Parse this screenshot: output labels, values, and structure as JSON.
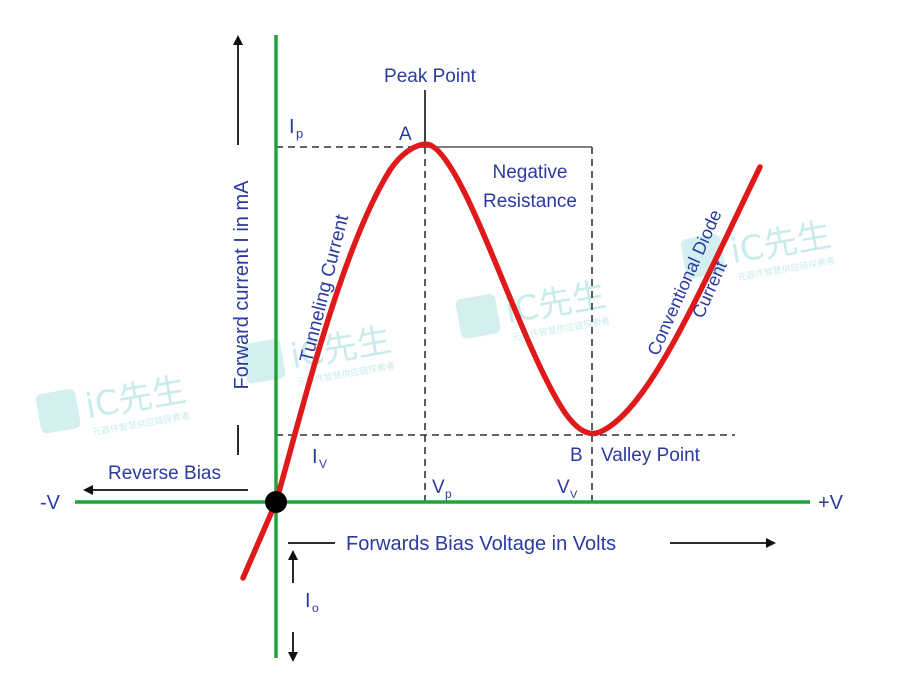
{
  "colors": {
    "axis": "#22a33a",
    "curve": "#e01a1a",
    "text": "#2b3aa0",
    "arrow": "#111111",
    "dashed": "#333333",
    "watermark": "#9fdcdc"
  },
  "labels": {
    "peak_point": "Peak Point",
    "ip_main": "I",
    "ip_sub": "p",
    "point_a": "A",
    "negative_resistance_1": "Negative",
    "negative_resistance_2": "Resistance",
    "y_axis_label": "Forward current I in mA",
    "tunneling_current": "Tunneling Current",
    "conventional_1": "Conventional Diode",
    "conventional_2": "Current",
    "iv_main": "I",
    "iv_sub": "V",
    "point_b": "B",
    "valley_point": "Valley Point",
    "reverse_bias": "Reverse Bias",
    "vp_main": "V",
    "vp_sub": "p",
    "vv_main": "V",
    "vv_sub": "V",
    "minus_v": "-V",
    "plus_v": "+V",
    "x_axis_label": "Forwards Bias Voltage in Volts",
    "io_main": "I",
    "io_sub": "o"
  },
  "watermark": {
    "brand": "iC先生",
    "tagline": "元器件智慧供应链探索者"
  }
}
